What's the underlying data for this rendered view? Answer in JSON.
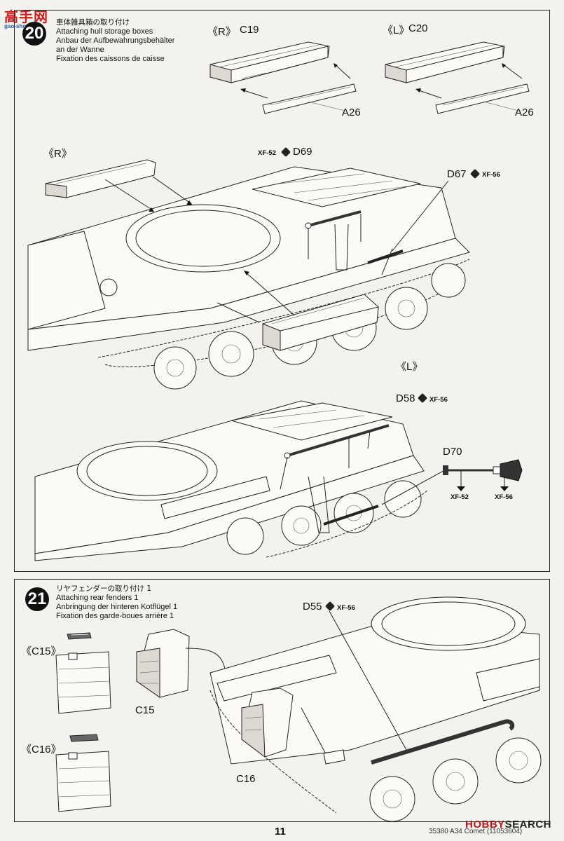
{
  "watermark": {
    "site": "高手网",
    "url": "gao-shou.net"
  },
  "step20": {
    "number": "20",
    "title_jp": "車体雑具箱の取り付け",
    "title_en": "Attaching hull storage boxes",
    "title_de": "Anbau der Aufbewahrungsbehälter",
    "title_de2": "an der Wanne",
    "title_fr": "Fixation des caissons de caisse",
    "labels": {
      "r_top": "《R》",
      "c19": "C19",
      "a26_left": "A26",
      "l_top": "《L》",
      "c20": "C20",
      "a26_right": "A26",
      "r_mid": "《R》",
      "d69": "D69",
      "xf52_d69": "XF-52",
      "d67": "D67",
      "xf56_d67": "XF-56",
      "l_mid": "《L》",
      "d58": "D58",
      "xf56_d58": "XF-56",
      "d70": "D70",
      "xf52_d70": "XF-52",
      "xf56_d70": "XF-56"
    }
  },
  "step21": {
    "number": "21",
    "title_jp": "リヤフェンダーの取り付け 1",
    "title_en": "Attaching rear fenders 1",
    "title_de": "Anbringung der hinteren Kotflügel 1",
    "title_fr": "Fixation des garde-boues arrière 1",
    "labels": {
      "c15_cut": "《C15》",
      "c16_cut": "《C16》",
      "c15": "C15",
      "c16": "C16",
      "d55": "D55",
      "xf56_d55": "XF-56"
    }
  },
  "footer": {
    "page_number": "11",
    "code": "35380 A34 Comet (11053604)",
    "brand_a": "HOBBY",
    "brand_b": "SEARCH"
  },
  "colors": {
    "ink": "#111111",
    "paper": "#f4f2ee",
    "watermark_red": "#c81e1e"
  }
}
